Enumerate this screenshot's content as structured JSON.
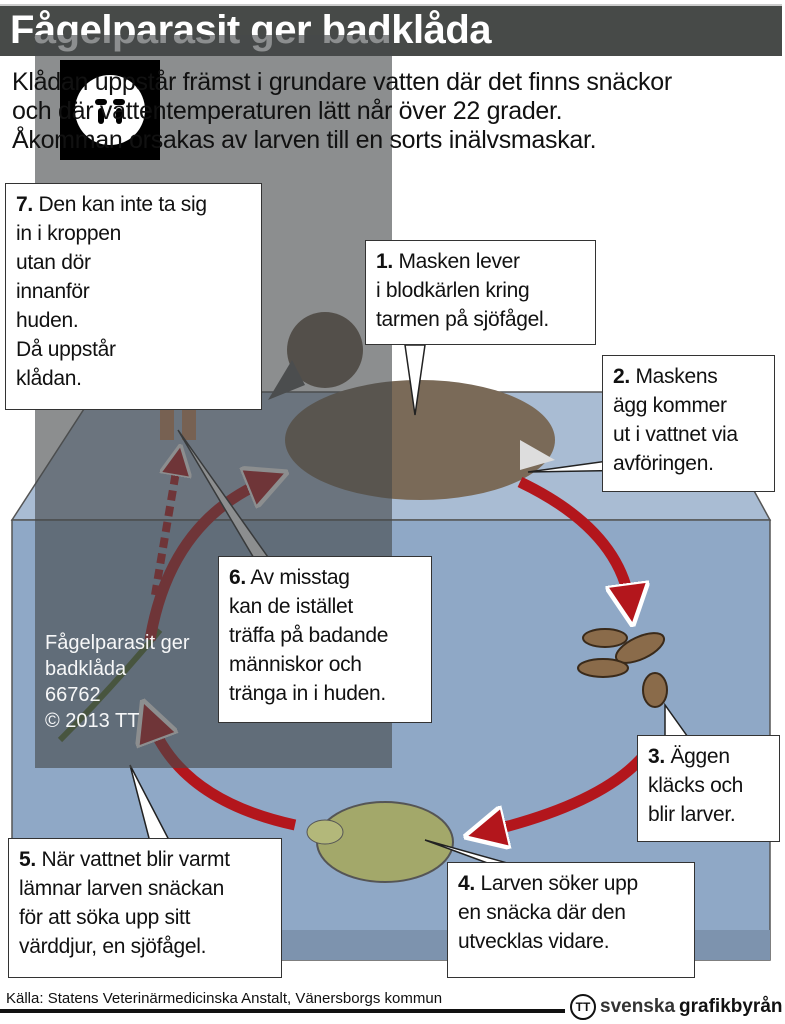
{
  "title": "Fågelparasit ger badklåda",
  "intro": [
    "Klådan uppstår främst i grundare vatten där det finns snäckor",
    "och där vattentemperaturen lätt når över 22 grader.",
    "Åkomman orsakas av larven till en sorts inälvsmaskar."
  ],
  "steps": [
    {
      "num": "1.",
      "text": [
        "Masken lever",
        "i blodkärlen kring",
        "tarmen på sjöfågel."
      ]
    },
    {
      "num": "2.",
      "text": [
        "Maskens",
        "ägg kommer",
        "ut i vattnet via",
        "avföringen."
      ]
    },
    {
      "num": "3.",
      "text": [
        "Äggen",
        "kläcks och",
        "blir larver."
      ]
    },
    {
      "num": "4.",
      "text": [
        "Larven söker upp",
        "en snäcka där den",
        "utvecklas vidare."
      ]
    },
    {
      "num": "5.",
      "text": [
        "När vattnet blir varmt",
        "lämnar larven snäckan",
        "för att söka upp sitt",
        "värddjur, en sjöfågel."
      ]
    },
    {
      "num": "6.",
      "text": [
        "Av misstag",
        "kan de istället",
        "träffa på badande",
        "människor och",
        "tränga in i huden."
      ]
    },
    {
      "num": "7.",
      "text": [
        "Den kan inte ta sig",
        "in i kroppen",
        "utan dör",
        "innanför",
        "huden.",
        "Då uppstår",
        "klådan."
      ]
    }
  ],
  "watermark": {
    "lines": [
      "Fågelparasit ger",
      "badklåda",
      "66762",
      "© 2013 TT"
    ],
    "logo": "TT"
  },
  "source": "Källa: Statens Veterinärmedicinska Anstalt, Vänersborgs kommun",
  "brand": {
    "logo": "TT",
    "name1": "svenska",
    "name2": "grafikbyrån"
  },
  "colors": {
    "title_bar": "#474a48",
    "water": "#8fa8c6",
    "arrow": "#b3161c"
  }
}
